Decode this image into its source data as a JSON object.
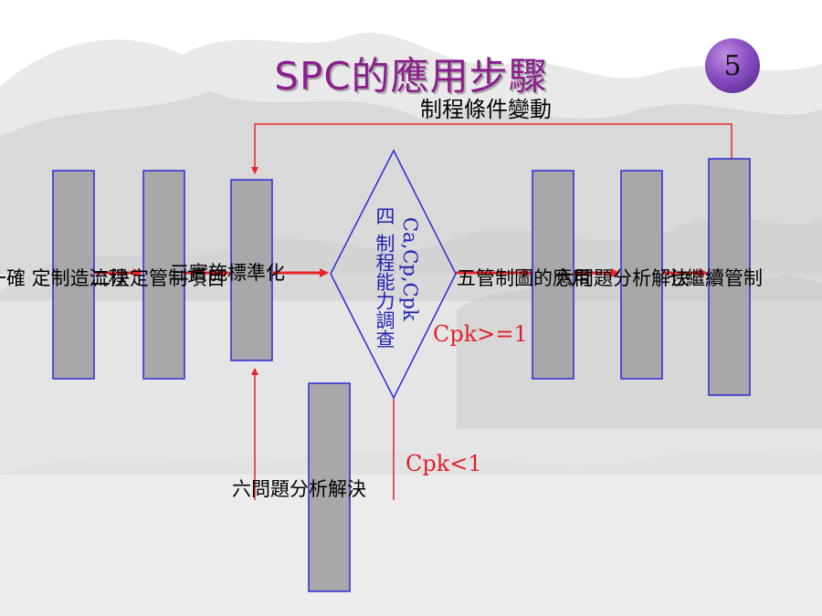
{
  "slide": {
    "title": "SPC的應用步驟",
    "page_number": "5"
  },
  "diagram": {
    "feedback_label": "制程條件變動",
    "steps": [
      {
        "id": "step1",
        "label": "一確 定制造流程"
      },
      {
        "id": "step2",
        "label": "二決定管制項目"
      },
      {
        "id": "step3",
        "label": "三實施標準化"
      },
      {
        "id": "step5",
        "label": "五管制圖的應用"
      },
      {
        "id": "step6",
        "label": "六問題分析解決"
      },
      {
        "id": "step7",
        "label": "七繼續管制"
      },
      {
        "id": "step6b",
        "label": "六問題分析解決"
      }
    ],
    "decision": {
      "number": "四",
      "label": "制程能力調查",
      "metrics": "Ca,Cp,Cpk"
    },
    "conditions": {
      "pass": "Cpk>=1",
      "fail": "Cpk<1"
    },
    "colors": {
      "box_fill": "#a8a8aa",
      "box_border": "#2a2ad8",
      "arrow_red": "#e8242a",
      "title_purple": "#8a1f8c",
      "condition_red": "#e0202a",
      "decision_text": "#1f22b0"
    }
  }
}
